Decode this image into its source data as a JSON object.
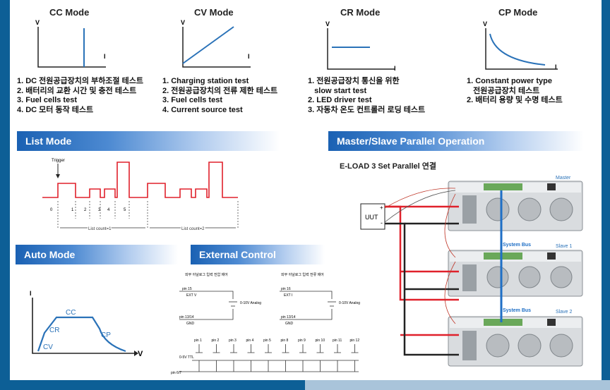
{
  "modes": {
    "cc": {
      "title": "CC Mode",
      "axis_v": "V",
      "axis_i": "I",
      "items": [
        "1. DC 전원공급장치의 부하조절 테스트",
        "2. 배터리의 교환 시간 및 충전 테스트",
        "3. Fuel cells test",
        "4. DC 모터 동작 테스트"
      ]
    },
    "cv": {
      "title": "CV Mode",
      "axis_v": "V",
      "axis_i": "I",
      "items": [
        "1. Charging station test",
        "2. 전원공급장치의 전류 제한 테스트",
        "3. Fuel cells test",
        "4. Current source test"
      ]
    },
    "cr": {
      "title": "CR Mode",
      "axis_v": "V",
      "axis_i": "I",
      "items": [
        "1. 전원공급장치 통신을 위한",
        "   slow start test",
        "2. LED driver test",
        "3. 자동차 온도 컨트롤러 로딩 테스트"
      ]
    },
    "cp": {
      "title": "CP Mode",
      "axis_v": "V",
      "axis_i": "I",
      "items": [
        "1. Constant power type",
        "   전원공급장치 테스트",
        "2. 배터리 용량 및 수명 테스트"
      ]
    }
  },
  "list_mode": {
    "title": "List Mode",
    "trigger": "Trigger",
    "steps": [
      "0",
      "1",
      "2",
      "3",
      "4",
      "5"
    ],
    "count1": "List count=1",
    "count2": "List count=2"
  },
  "master_slave": {
    "title": "Master/Slave Parallel Operation",
    "subtitle": "E-LOAD 3 Set Parallel 연결",
    "uut": "UUT",
    "plus": "+",
    "minus": "-",
    "master": "Master",
    "slave1": "Slave 1",
    "slave2": "Slave 2",
    "bus1": "System Bus",
    "bus2": "System Bus"
  },
  "auto_mode": {
    "title": "Auto Mode",
    "axis_i": "I",
    "axis_v": "V",
    "cc": "CC",
    "cr": "CR",
    "cv": "CV",
    "cp": "CP"
  },
  "external_control": {
    "title": "External Control",
    "voltage_title": "외부 아날로그 입력 전압 제어",
    "current_title": "외부 아날로그 입력 전류 제어",
    "v_pin15": "pin 15",
    "v_extv": "EXT V",
    "v_pin1314": "pin 13/14",
    "v_gnd": "GND",
    "v_analog": "0-10V Analog",
    "c_pin16": "pin 16",
    "c_exti": "EXT I",
    "c_pin1314": "pin 13/14",
    "c_gnd": "GND",
    "c_analog": "0-10V Analog",
    "ttl": "0-5V TTL",
    "pin67": "pin 6/7",
    "ttl_pins": [
      "pin 1",
      "pin 2",
      "pin 3",
      "pin 4",
      "pin 5",
      "pin 8",
      "pin 9",
      "pin 10",
      "pin 11",
      "pin 12"
    ]
  },
  "colors": {
    "frame": "#0d5f96",
    "band": "#1a61b3",
    "trace_red": "#e0212b",
    "curve_blue": "#2a72b8",
    "bus_blue": "#1f6fc6"
  }
}
